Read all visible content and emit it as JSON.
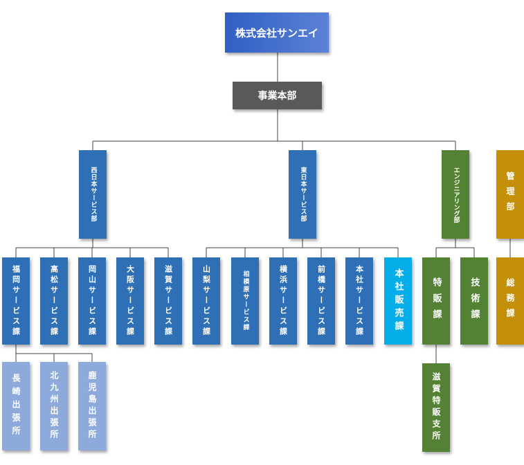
{
  "company": "株式会社サンエイ",
  "hq": "事業本部",
  "divisions": {
    "west": "西日本サービス部",
    "east": "東日本サービス部",
    "eng": "エンジニアリング部",
    "admin": "管理部"
  },
  "sections": {
    "fukuoka": "福岡サービス課",
    "takamatsu": "高松サービス課",
    "okayama": "岡山サービス課",
    "osaka": "大阪サービス課",
    "shiga": "滋賀サービス課",
    "yamanashi": "山梨サービス課",
    "sagamihara": "相模原サービス課",
    "yokohama": "横浜サービス課",
    "maebashi": "前橋サービス課",
    "honsha_service": "本社サービス課",
    "honsha_sales": "本社販売課",
    "tokuhan": "特販課",
    "gijutsu": "技術課",
    "somu": "総務課"
  },
  "offices": {
    "nagasaki": "長崎出張所",
    "kitakyushu": "北九州出張所",
    "kagoshima": "鹿児島出張所",
    "shiga_tokuhan": "滋賀特販支所"
  },
  "colors": {
    "top": "#3a69cb",
    "hq": "#595959",
    "service": "#2e6fb5",
    "office": "#8eaadb",
    "sales": "#05aee9",
    "engineering": "#548235",
    "admin": "#c4900a"
  }
}
